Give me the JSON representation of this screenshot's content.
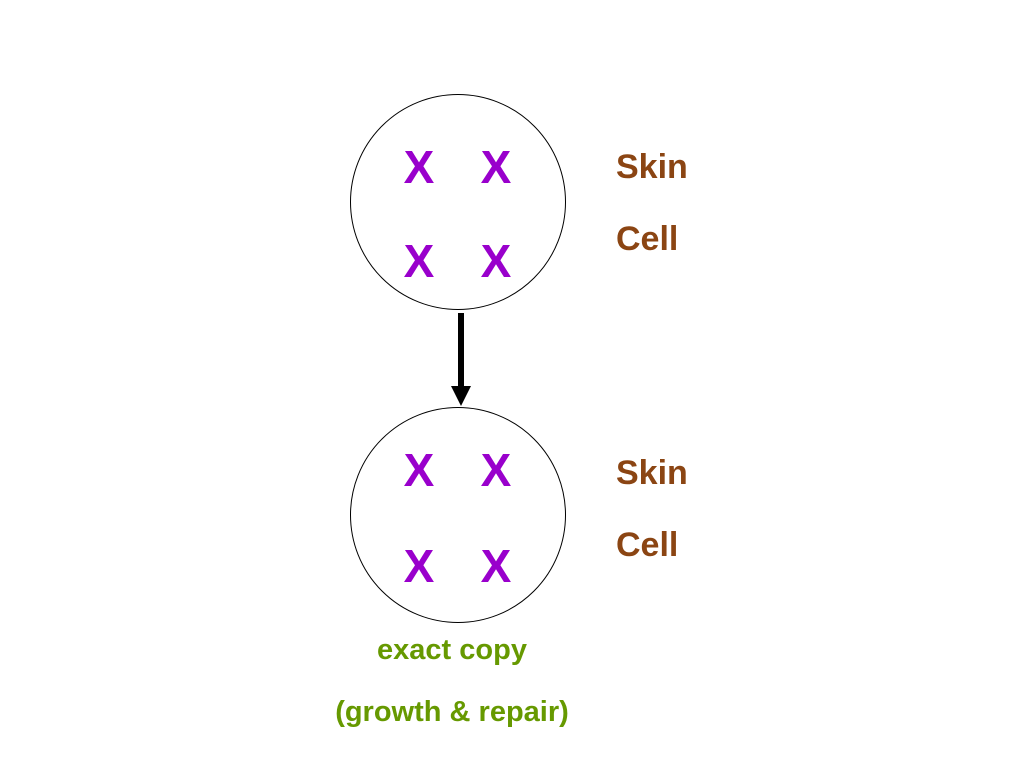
{
  "colors": {
    "chromosome": "#9900cc",
    "cell_label": "#8b4513",
    "caption": "#669900",
    "outline": "#000000"
  },
  "parent_cell": {
    "chromosomes": [
      "X",
      "X",
      "X",
      "X"
    ],
    "label_line1": "Skin",
    "label_line2": "Cell"
  },
  "daughter_cell": {
    "chromosomes": [
      "X",
      "X",
      "X",
      "X"
    ],
    "label_line1": "Skin",
    "label_line2": "Cell"
  },
  "caption": {
    "line1": "exact copy",
    "line2": "(growth & repair)"
  }
}
